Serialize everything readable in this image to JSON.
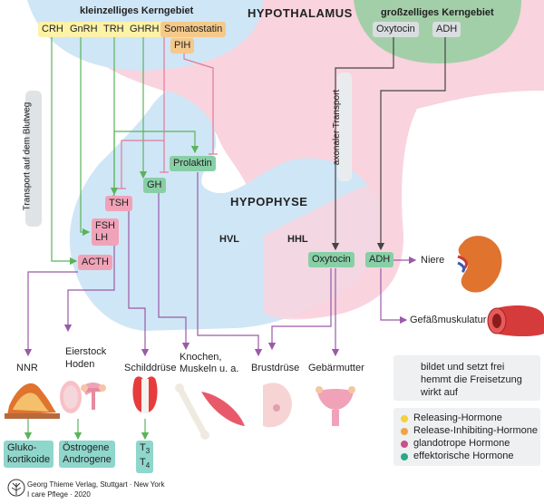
{
  "regions": {
    "hypothalamus": "HYPOTHALAMUS",
    "hypophyse": "HYPOPHYSE",
    "hvl": "HVL",
    "hhl": "HHL",
    "small_nucleus": "kleinzelliges Kerngebiet",
    "large_nucleus": "großzelliges Kerngebiet",
    "blood_transport": "Transport auf dem Blutweg",
    "axonal_transport": "axonaler Transport"
  },
  "releasing_hormones": [
    "CRH",
    "GnRH",
    "TRH",
    "GHRH"
  ],
  "inhibiting_hormones": [
    "Somatostatin",
    "PIH"
  ],
  "large_nucleus_hormones": [
    "Oxytocin",
    "ADH"
  ],
  "pituitary_hormones": {
    "prolaktin": "Prolaktin",
    "gh": "GH",
    "tsh": "TSH",
    "fsh": "FSH",
    "lh": "LH",
    "acth": "ACTH",
    "oxytocin": "Oxytocin",
    "adh": "ADH"
  },
  "targets": {
    "niere": "Niere",
    "gefaess": "Gefäßmuskulatur",
    "nnr": "NNR",
    "eierstock": "Eierstock",
    "hoden": "Hoden",
    "schilddruese": "Schilddrüse",
    "knochen1": "Knochen,",
    "knochen2": "Muskeln u. a.",
    "brustdruese": "Brustdrüse",
    "gebaermutter": "Gebärmutter"
  },
  "effector_hormones": {
    "gluko1": "Gluko-",
    "gluko2": "kortikoide",
    "oestro1": "Östrogene",
    "oestro2": "Androgene",
    "t3": "T",
    "t3sub": "3",
    "t4": "T",
    "t4sub": "4"
  },
  "legend": {
    "arrows": [
      "bildet und setzt frei",
      "hemmt die Freisetzung",
      "wirkt auf"
    ],
    "categories": [
      {
        "label": "Releasing-Hormone",
        "color": "#f2d23c"
      },
      {
        "label": "Release-Inhibiting-Hormone",
        "color": "#f0a441"
      },
      {
        "label": "glandotrope Hormone",
        "color": "#c8508a"
      },
      {
        "label": "effektorische Hormone",
        "color": "#2aa88a"
      }
    ]
  },
  "colors": {
    "green_arrow": "#5ab45a",
    "pink_inhibit": "#e07a9a",
    "purple_effect": "#9a5aa8",
    "hypothalamus_bg": "#f9d3de",
    "hypophyse_bg": "#cfe6f6",
    "large_nucleus_bg": "#a3cfa8"
  },
  "credits": {
    "line1": "Georg Thieme Verlag, Stuttgart · New York",
    "line2": "I care Pflege · 2020"
  }
}
